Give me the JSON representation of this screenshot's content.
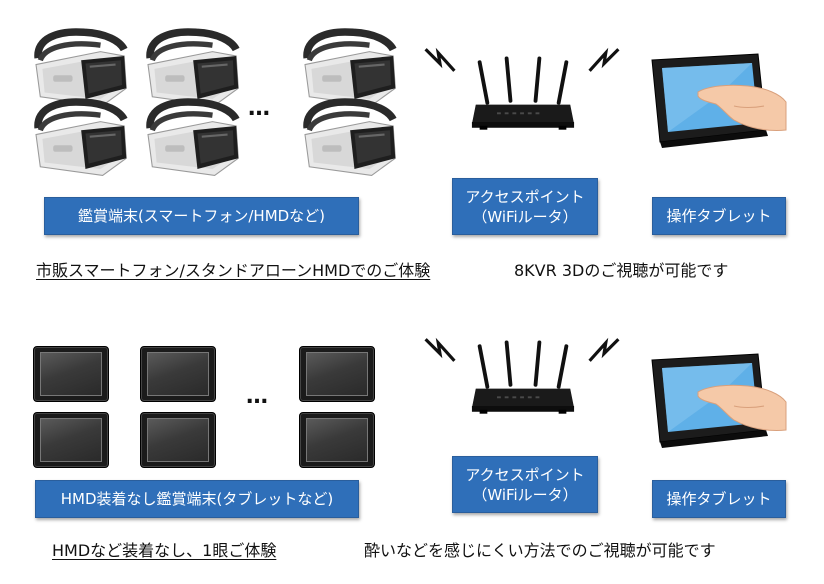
{
  "top": {
    "viewer_label": "鑑賞端末(スマートフォン/HMDなど)",
    "access_point_label_1": "アクセスポイント",
    "access_point_label_2": "（WiFiルータ）",
    "tablet_label": "操作タブレット",
    "caption_left": "市販スマートフォン/スタンドアローンHMDでのご体験",
    "caption_right": "8KVR 3Dのご視聴が可能です",
    "ellipsis": "…"
  },
  "bottom": {
    "viewer_label": "HMD装着なし鑑賞端末(タブレットなど)",
    "access_point_label_1": "アクセスポイント",
    "access_point_label_2": "（WiFiルータ）",
    "tablet_label": "操作タブレット",
    "caption_left": "HMDなど装着なし、1眼ご体験",
    "caption_right": "酔いなどを感じにくい方法でのご視聴が可能です",
    "ellipsis": "…"
  },
  "colors": {
    "label_box": "#2f6fb9",
    "device_dark": "#1b1b1b",
    "screen_blue": "#4fa3e0"
  },
  "icons": [
    "vr-headset-icon",
    "router-icon",
    "wifi-signal-icon",
    "touch-tablet-icon",
    "tablet-device-icon"
  ]
}
